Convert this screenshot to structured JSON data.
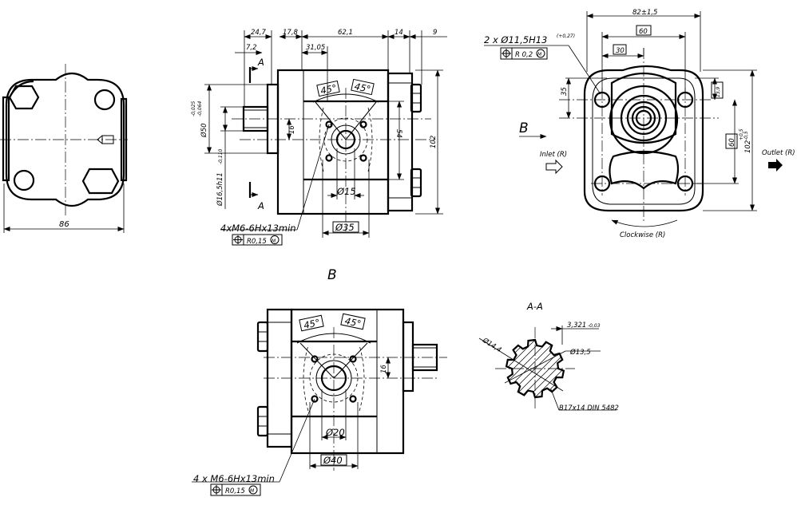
{
  "views": {
    "left": {
      "width": "86"
    },
    "front": {
      "dims_top": [
        "24,7",
        "17,8",
        "62,1",
        "14",
        "9"
      ],
      "dim_7_2": "7,2",
      "dim_31_05": "31,05",
      "section_mark": "A",
      "angle_1": "45°",
      "angle_2": "45°",
      "dim_16": "16",
      "dim_54": "54",
      "dim_102": "102",
      "dia_50": "Ø50",
      "tol_50_upper": "-0,025",
      "tol_50_lower": "-0,064",
      "dia_16_5": "Ø16,5h11",
      "tol_16_5": "-0,110",
      "dia_15": "Ø15",
      "dia_35": "Ø35",
      "thread_note": "4xM6-6Hx13min",
      "tol_frame": "R0,15",
      "tol_mod": "M"
    },
    "right": {
      "dim_82": "82±1,5",
      "dim_60_top": "60",
      "dim_30": "30",
      "hole_note": "2 x Ø11,5H13",
      "hole_tol": "(+0,27)",
      "pos_frame": "R 0,2",
      "pos_mod": "M",
      "dim_35": "35",
      "dim_13_9": "13,9",
      "dim_60_side": "60",
      "dim_102": "102",
      "tol_102_upper": "+0,5",
      "tol_102_lower": "-0,5",
      "view_arrow": "B",
      "inlet": "Inlet (R)",
      "outlet": "Outlet (R)",
      "rotation": "Clockwise (R)"
    },
    "bottom": {
      "title": "B",
      "angle_1": "45°",
      "angle_2": "45°",
      "dim_16": "16",
      "dia_20": "Ø20",
      "dia_40": "Ø40",
      "thread_note": "4 x M6-6Hx13min",
      "tol_frame": "R0,15",
      "tol_mod": "M"
    },
    "section": {
      "title": "A-A",
      "dim_3_321": "3,321",
      "tol_3_321": "-0,03",
      "dia_14_4": "Ø14,4",
      "dia_13_5": "Ø13,5",
      "spline": "B17x14 DIN 5482"
    }
  }
}
